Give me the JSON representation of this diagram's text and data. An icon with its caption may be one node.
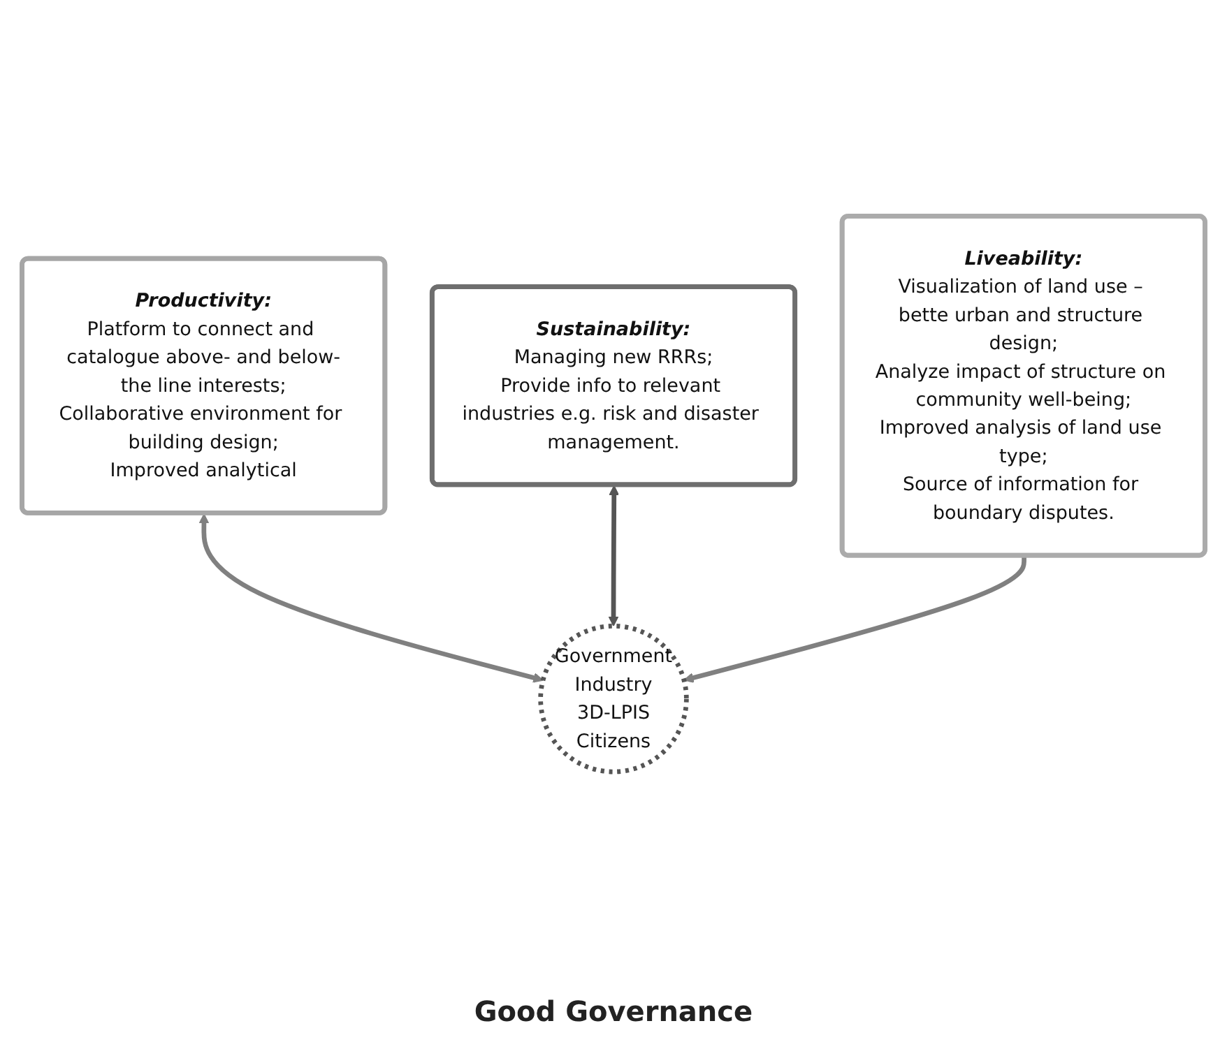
{
  "diagram": {
    "nodes": [
      {
        "text": [
          "Productivity:",
          "Platform to connect and catalogue above- and below-the line interests;",
          "Collaborative environment for building design;",
          "Improved analytical"
        ]
      },
      {
        "text": [
          "Government",
          "Industry",
          "3D-LPIS",
          "Citizens"
        ]
      },
      {
        "text": [
          "Sustainability:",
          "Managing new RRRs;",
          "Provide info to relevant industries e.g. risk and disaster management."
        ]
      },
      {
        "text": [
          "Liveability:",
          "Visualization of land use – bette urban and structure design;",
          "Analyze impact of structure on community well-being;",
          "Improved analysis of land use type;",
          "Source of information for boundary disputes."
        ]
      }
    ],
    "edges": [
      {
        "from": 0,
        "to": 1,
        "arrow": "both"
      },
      {
        "from": 2,
        "to": 1,
        "arrow": "both",
        "color": "#555555"
      },
      {
        "from": 3,
        "to": 1,
        "arrow": "to"
      }
    ],
    "labels": [
      "Good Governance"
    ]
  }
}
